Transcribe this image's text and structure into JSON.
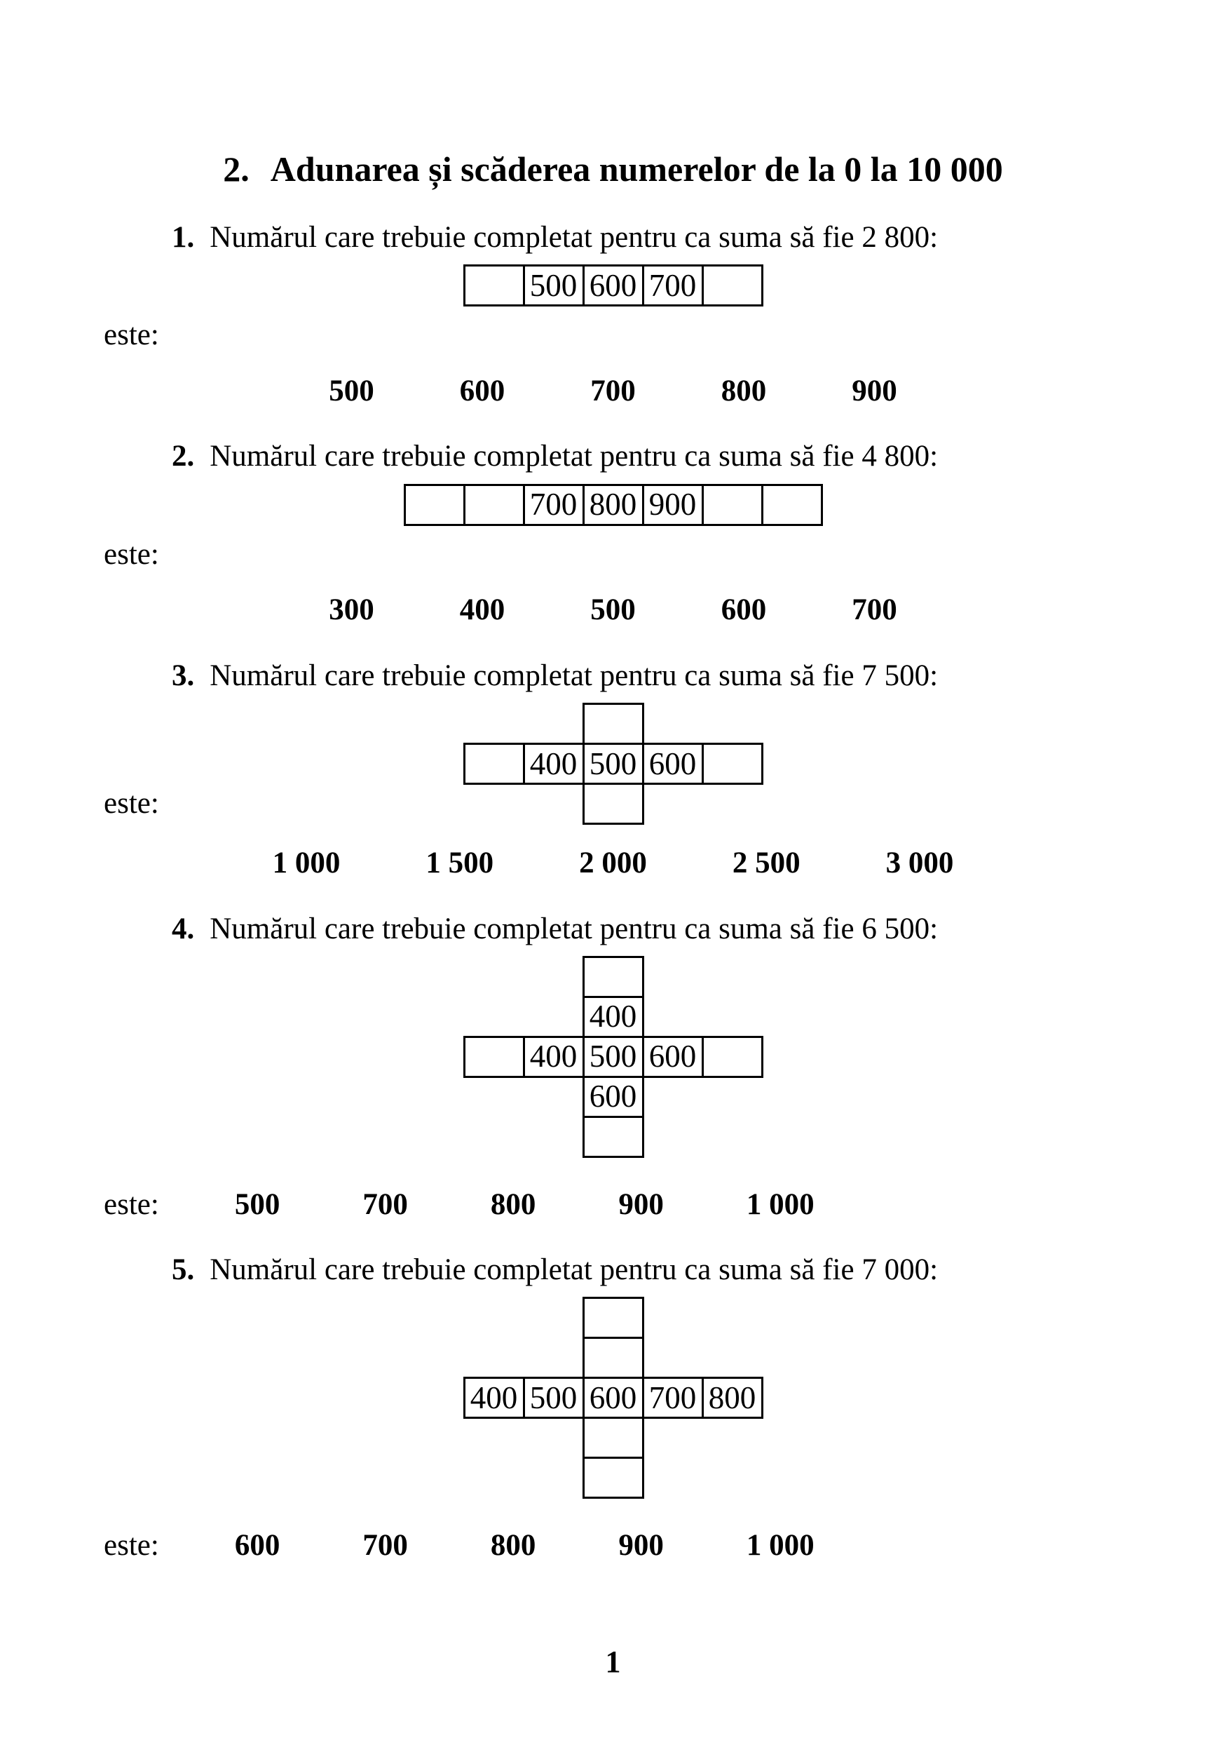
{
  "document": {
    "title_number": "2.",
    "title_text": "Adunarea și scăderea numerelor de la 0 la 10 000",
    "page_number": "1"
  },
  "problems": [
    {
      "number": "1.",
      "statement": "Numărul care trebuie completat pentru ca suma să fie 2 800:",
      "este_label": "este:",
      "row": [
        "",
        "500",
        "600",
        "700",
        ""
      ],
      "options": [
        "500",
        "600",
        "700",
        "800",
        "900"
      ]
    },
    {
      "number": "2.",
      "statement": "Numărul care trebuie completat pentru ca suma să fie 4 800:",
      "este_label": "este:",
      "row": [
        "",
        "",
        "700",
        "800",
        "900",
        "",
        ""
      ],
      "options": [
        "300",
        "400",
        "500",
        "600",
        "700"
      ]
    },
    {
      "number": "3.",
      "statement": "Numărul care trebuie completat pentru ca suma să fie 7 500:",
      "este_label": "este:",
      "top": [
        ""
      ],
      "row": [
        "",
        "400",
        "500",
        "600",
        ""
      ],
      "bottom": [
        ""
      ],
      "options": [
        "1 000",
        "1 500",
        "2 000",
        "2 500",
        "3 000"
      ]
    },
    {
      "number": "4.",
      "statement": "Numărul care trebuie completat pentru ca suma să fie 6 500:",
      "este_label": "este:",
      "top": [
        "",
        "400"
      ],
      "row": [
        "",
        "400",
        "500",
        "600",
        ""
      ],
      "bottom": [
        "600",
        ""
      ],
      "options": [
        "500",
        "700",
        "800",
        "900",
        "1 000"
      ]
    },
    {
      "number": "5.",
      "statement": "Numărul care trebuie completat pentru ca suma să fie 7 000:",
      "este_label": "este:",
      "top": [
        "",
        ""
      ],
      "row": [
        "400",
        "500",
        "600",
        "700",
        "800"
      ],
      "bottom": [
        "",
        ""
      ],
      "options": [
        "600",
        "700",
        "800",
        "900",
        "1 000"
      ]
    }
  ]
}
